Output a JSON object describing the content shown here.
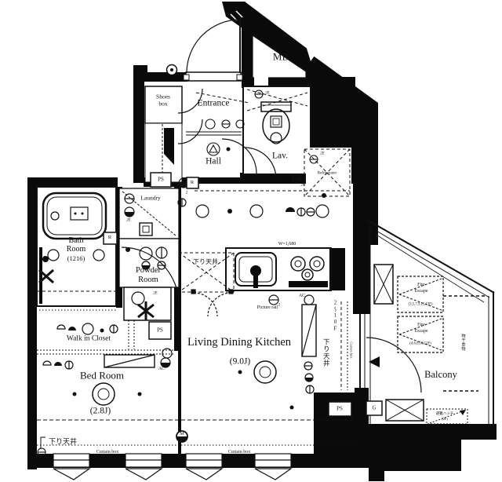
{
  "rooms": {
    "mb": "MB",
    "entrance": "Entrance",
    "shoes1": "Shoes",
    "shoes2": "box",
    "hall": "Hall",
    "lav": "Lav.",
    "refrigerator": "Refrigerator",
    "bath1": "Bath",
    "bath2": "Room",
    "bath3": "(1216)",
    "laundry": "Laundry",
    "powder1": "Powder",
    "powder2": "Room",
    "wic": "Walk in Closet",
    "bedroom": "Bed Room",
    "bedroom_size": "(2.8J)",
    "ldk": "Living Dining Kitchen",
    "ldk_size": "(9.0J)",
    "balcony": "Balcony"
  },
  "annotations": {
    "w1680": "W=1,680",
    "picture_rail": "Picture rail",
    "sagari_tenjo": "下り天井",
    "floors_2_10": "2〜10F",
    "curtain_box": "Curtain box",
    "fire": "Fire",
    "escape": "Escape",
    "fire_floors_odd": "(3,5,7,9,11,13F)",
    "fire_floors_even": "(4,6,8,10,12F)",
    "monohoshi": "物干金物",
    "hatch1": "避難ハッチ",
    "hatch2": "(2F)",
    "ac": "AC",
    "ps": "PS",
    "r": "R",
    "g": "G",
    "m": "M",
    "e2": "2E",
    "two": "2"
  },
  "colors": {
    "wall": "#0a0a0a",
    "line": "#111111",
    "background": "#ffffff"
  }
}
